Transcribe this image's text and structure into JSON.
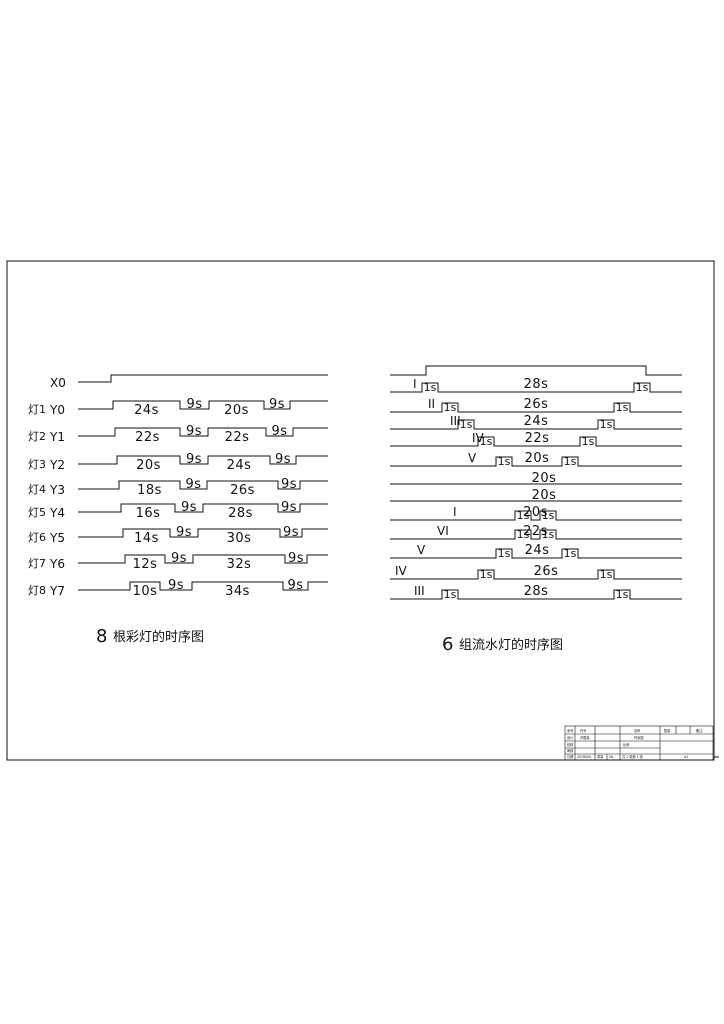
{
  "left": {
    "rows": [
      {
        "prefix": "",
        "label": "X0",
        "durations": []
      },
      {
        "prefix": "灯1",
        "label": "Y0",
        "durations": [
          "24s",
          "9s",
          "20s",
          "9s"
        ]
      },
      {
        "prefix": "灯2",
        "label": "Y1",
        "durations": [
          "22s",
          "9s",
          "22s",
          "9s"
        ]
      },
      {
        "prefix": "灯3",
        "label": "Y2",
        "durations": [
          "20s",
          "9s",
          "24s",
          "9s"
        ]
      },
      {
        "prefix": "灯4",
        "label": "Y3",
        "durations": [
          "18s",
          "9s",
          "26s",
          "9s"
        ]
      },
      {
        "prefix": "灯5",
        "label": "Y4",
        "durations": [
          "16s",
          "9s",
          "28s",
          "9s"
        ]
      },
      {
        "prefix": "灯6",
        "label": "Y5",
        "durations": [
          "14s",
          "9s",
          "30s",
          "9s"
        ]
      },
      {
        "prefix": "灯7",
        "label": "Y6",
        "durations": [
          "12s",
          "9s",
          "32s",
          "9s"
        ]
      },
      {
        "prefix": "灯8",
        "label": "Y7",
        "durations": [
          "10s",
          "9s",
          "34s",
          "9s"
        ]
      }
    ],
    "caption_num": "8",
    "caption": "根彩灯的时序图"
  },
  "right": {
    "rows": [
      {
        "label": "",
        "durations": []
      },
      {
        "label": "I",
        "durations": [
          "1s",
          "28s",
          "1s"
        ]
      },
      {
        "label": "II",
        "durations": [
          "1s",
          "26s",
          "1s"
        ]
      },
      {
        "label": "III",
        "durations": [
          "1s",
          "24s",
          "1s"
        ]
      },
      {
        "label": "IV",
        "durations": [
          "1s",
          "22s",
          "1s"
        ]
      },
      {
        "label": "V",
        "durations": [
          "1s",
          "20s",
          "1s"
        ]
      },
      {
        "label": "",
        "durations": [
          "20s"
        ]
      },
      {
        "label": "",
        "durations": [
          "20s"
        ]
      },
      {
        "label": "I",
        "durations": [
          "1s",
          "20s",
          "1s"
        ]
      },
      {
        "label": "VI",
        "durations": [
          "1s",
          "22s",
          "1s"
        ]
      },
      {
        "label": "V",
        "durations": [
          "1s",
          "24s",
          "1s"
        ]
      },
      {
        "label": "IV",
        "durations": [
          "1s",
          "26s",
          "1s"
        ]
      },
      {
        "label": "III",
        "durations": [
          "1s",
          "28s",
          "1s"
        ]
      }
    ],
    "caption_num": "6",
    "caption": "组流水灯的时序图"
  },
  "title_block": {
    "row1": [
      "序号",
      "代号",
      "名称",
      "数量",
      "备注"
    ],
    "design_label": "设计",
    "design_value": "尹国英",
    "drawing_name": "时序图",
    "check_label": "校核",
    "audit_label": "审核",
    "scale_label": "比例",
    "date_label": "日期",
    "date_value": "2978000",
    "weight_label": "重量",
    "weight_value": "28",
    "sheets": "共 1 张第 1 张",
    "size": "A1"
  }
}
